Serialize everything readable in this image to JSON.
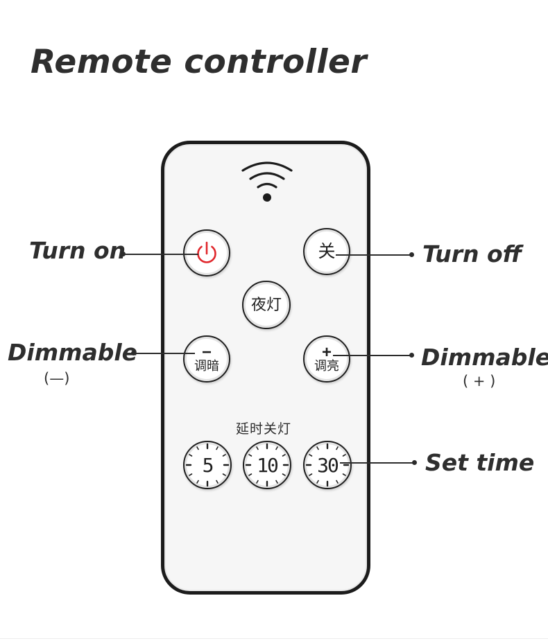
{
  "title": "Remote controller",
  "remote": {
    "power_symbol": "⏻",
    "off_label": "关",
    "night_light_label": "夜灯",
    "dim_down_symbol": "−",
    "dim_down_label": "调暗",
    "dim_up_symbol": "+",
    "dim_up_label": "调亮",
    "timer_caption": "延时关灯",
    "timers": [
      "5",
      "10",
      "30"
    ],
    "accent_color": "#e0262b"
  },
  "callouts": {
    "turn_on": "Turn on",
    "turn_off": "Turn off",
    "dimmable_left": "Dimmable",
    "dimmable_left_sub": "(—)",
    "dimmable_right": "Dimmable",
    "dimmable_right_sub": "( + )",
    "set_time": "Set time"
  }
}
